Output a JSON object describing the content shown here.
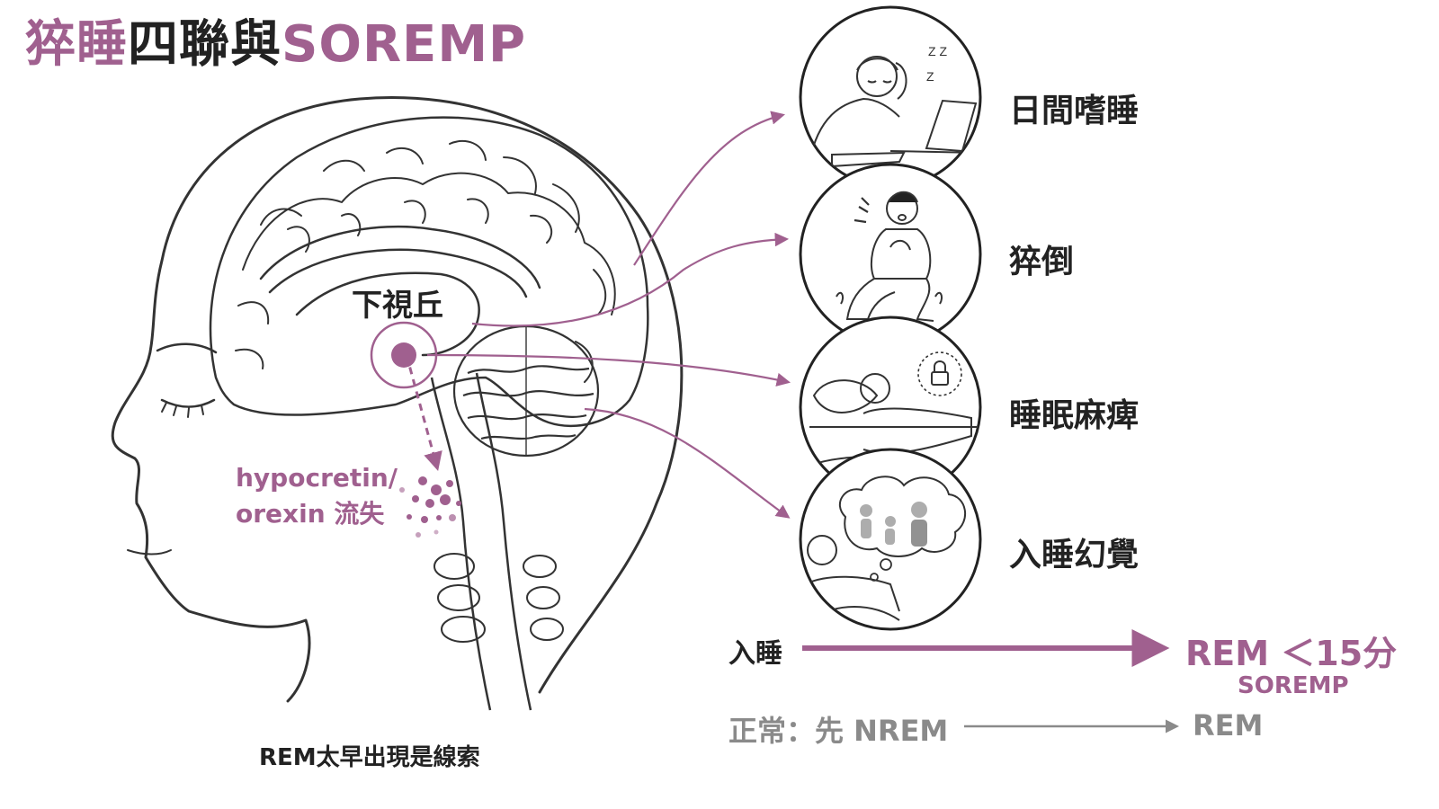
{
  "title": {
    "part1": "猝睡",
    "part2": "四聯與",
    "part3": "SOREMP"
  },
  "brain": {
    "hypothalamus_label": "下視丘",
    "orexin_label_line1": "hypocretin/",
    "orexin_label_line2": "orexin 流失",
    "caption": "REM太早出現是線索"
  },
  "symptoms": [
    {
      "label": "日間嗜睡",
      "icon": "sleepy-at-desk-icon"
    },
    {
      "label": "猝倒",
      "icon": "cataplexy-collapse-icon"
    },
    {
      "label": "睡眠麻痺",
      "icon": "sleep-paralysis-lock-icon"
    },
    {
      "label": "入睡幻覺",
      "icon": "hypnagogic-dream-cloud-icon"
    }
  ],
  "timeline": {
    "onset": "入睡",
    "rem_fast": "REM ＜15分",
    "soremp": "SOREMP",
    "normal": "正常：先 NREM",
    "normal_rem": "REM"
  },
  "colors": {
    "accent": "#a0608f",
    "text": "#222222",
    "muted": "#8a8a8a",
    "line": "#333333"
  }
}
